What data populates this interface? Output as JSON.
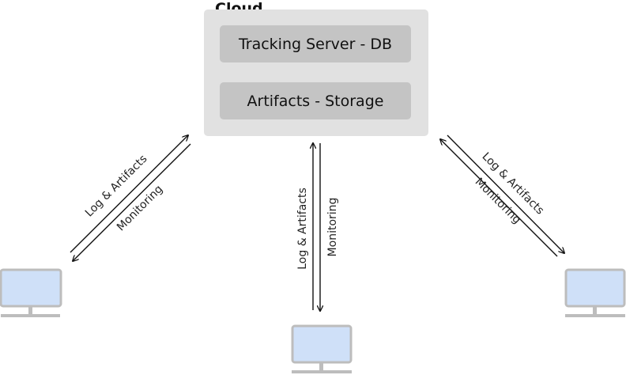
{
  "cloud": {
    "title": "Cloud",
    "services": [
      {
        "label": "Tracking Server - DB"
      },
      {
        "label": "Artifacts - Storage"
      }
    ]
  },
  "connections": {
    "left": {
      "upload_label": "Log & Artifacts",
      "download_label": "Monitoring"
    },
    "center": {
      "upload_label": "Log & Artifacts",
      "download_label": "Monitoring"
    },
    "right": {
      "upload_label": "Log & Artifacts",
      "download_label": "Monitoring"
    }
  },
  "colors": {
    "cloud_bg": "#e1e1e1",
    "service_bg": "#c4c4c4",
    "monitor_screen": "#cfe0f8",
    "monitor_frame": "#bdbdbd",
    "arrow": "#111111"
  },
  "icons": {
    "client": "desktop-computer-icon"
  }
}
